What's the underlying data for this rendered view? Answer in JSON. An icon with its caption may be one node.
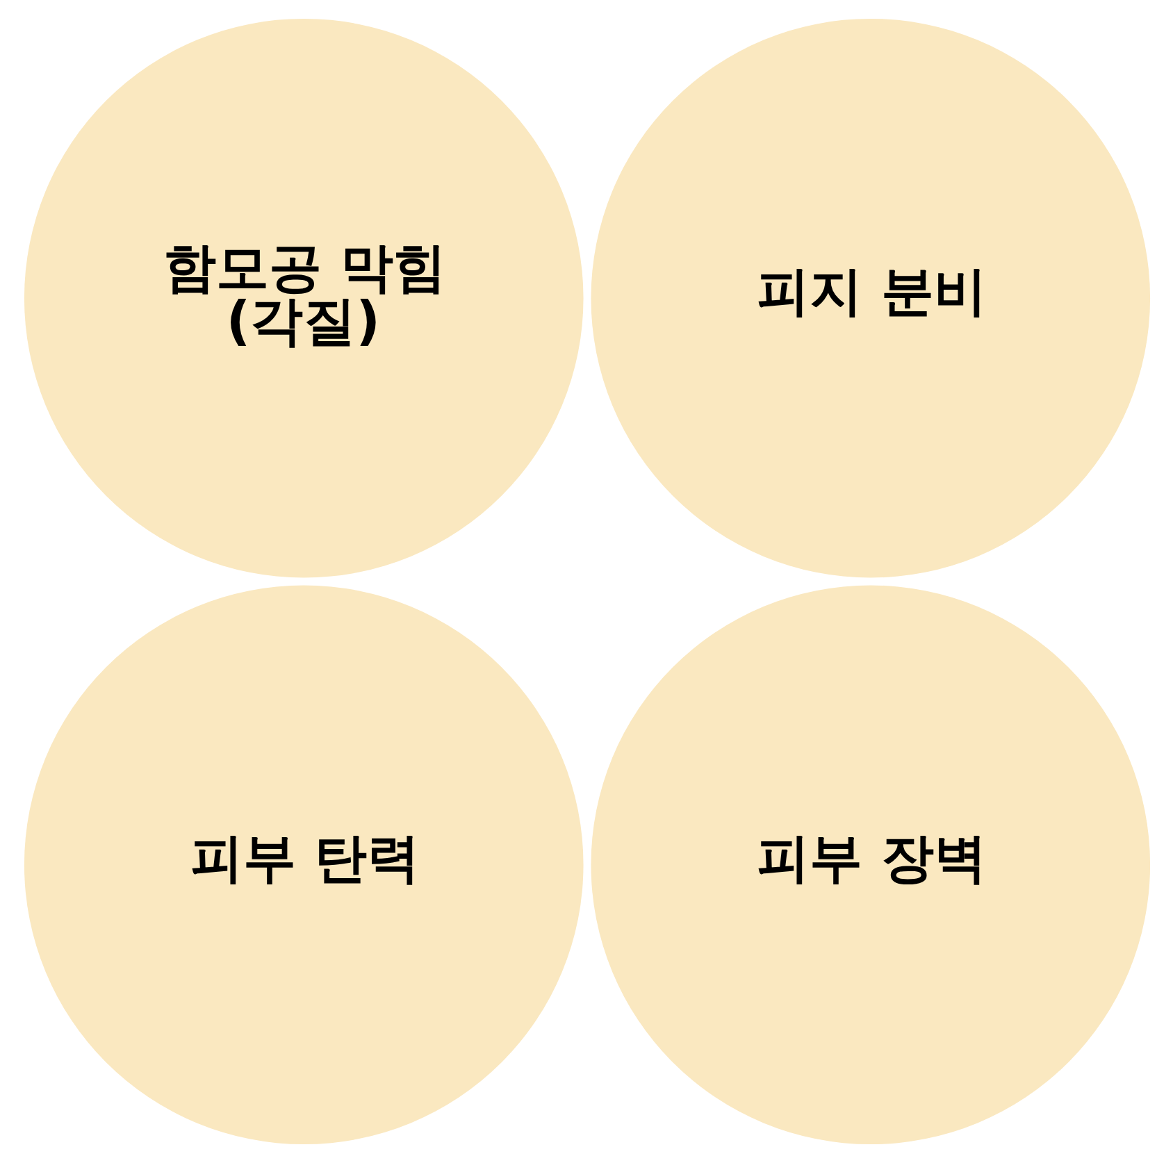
{
  "diagram": {
    "nodes": [
      {
        "text": [
          "함모공 막힘 (각질)"
        ]
      },
      {
        "text": [
          "피지 분비"
        ]
      },
      {
        "text": [
          "피부 탄력"
        ]
      },
      {
        "text": [
          "피부 장벽"
        ]
      }
    ],
    "edges": []
  }
}
